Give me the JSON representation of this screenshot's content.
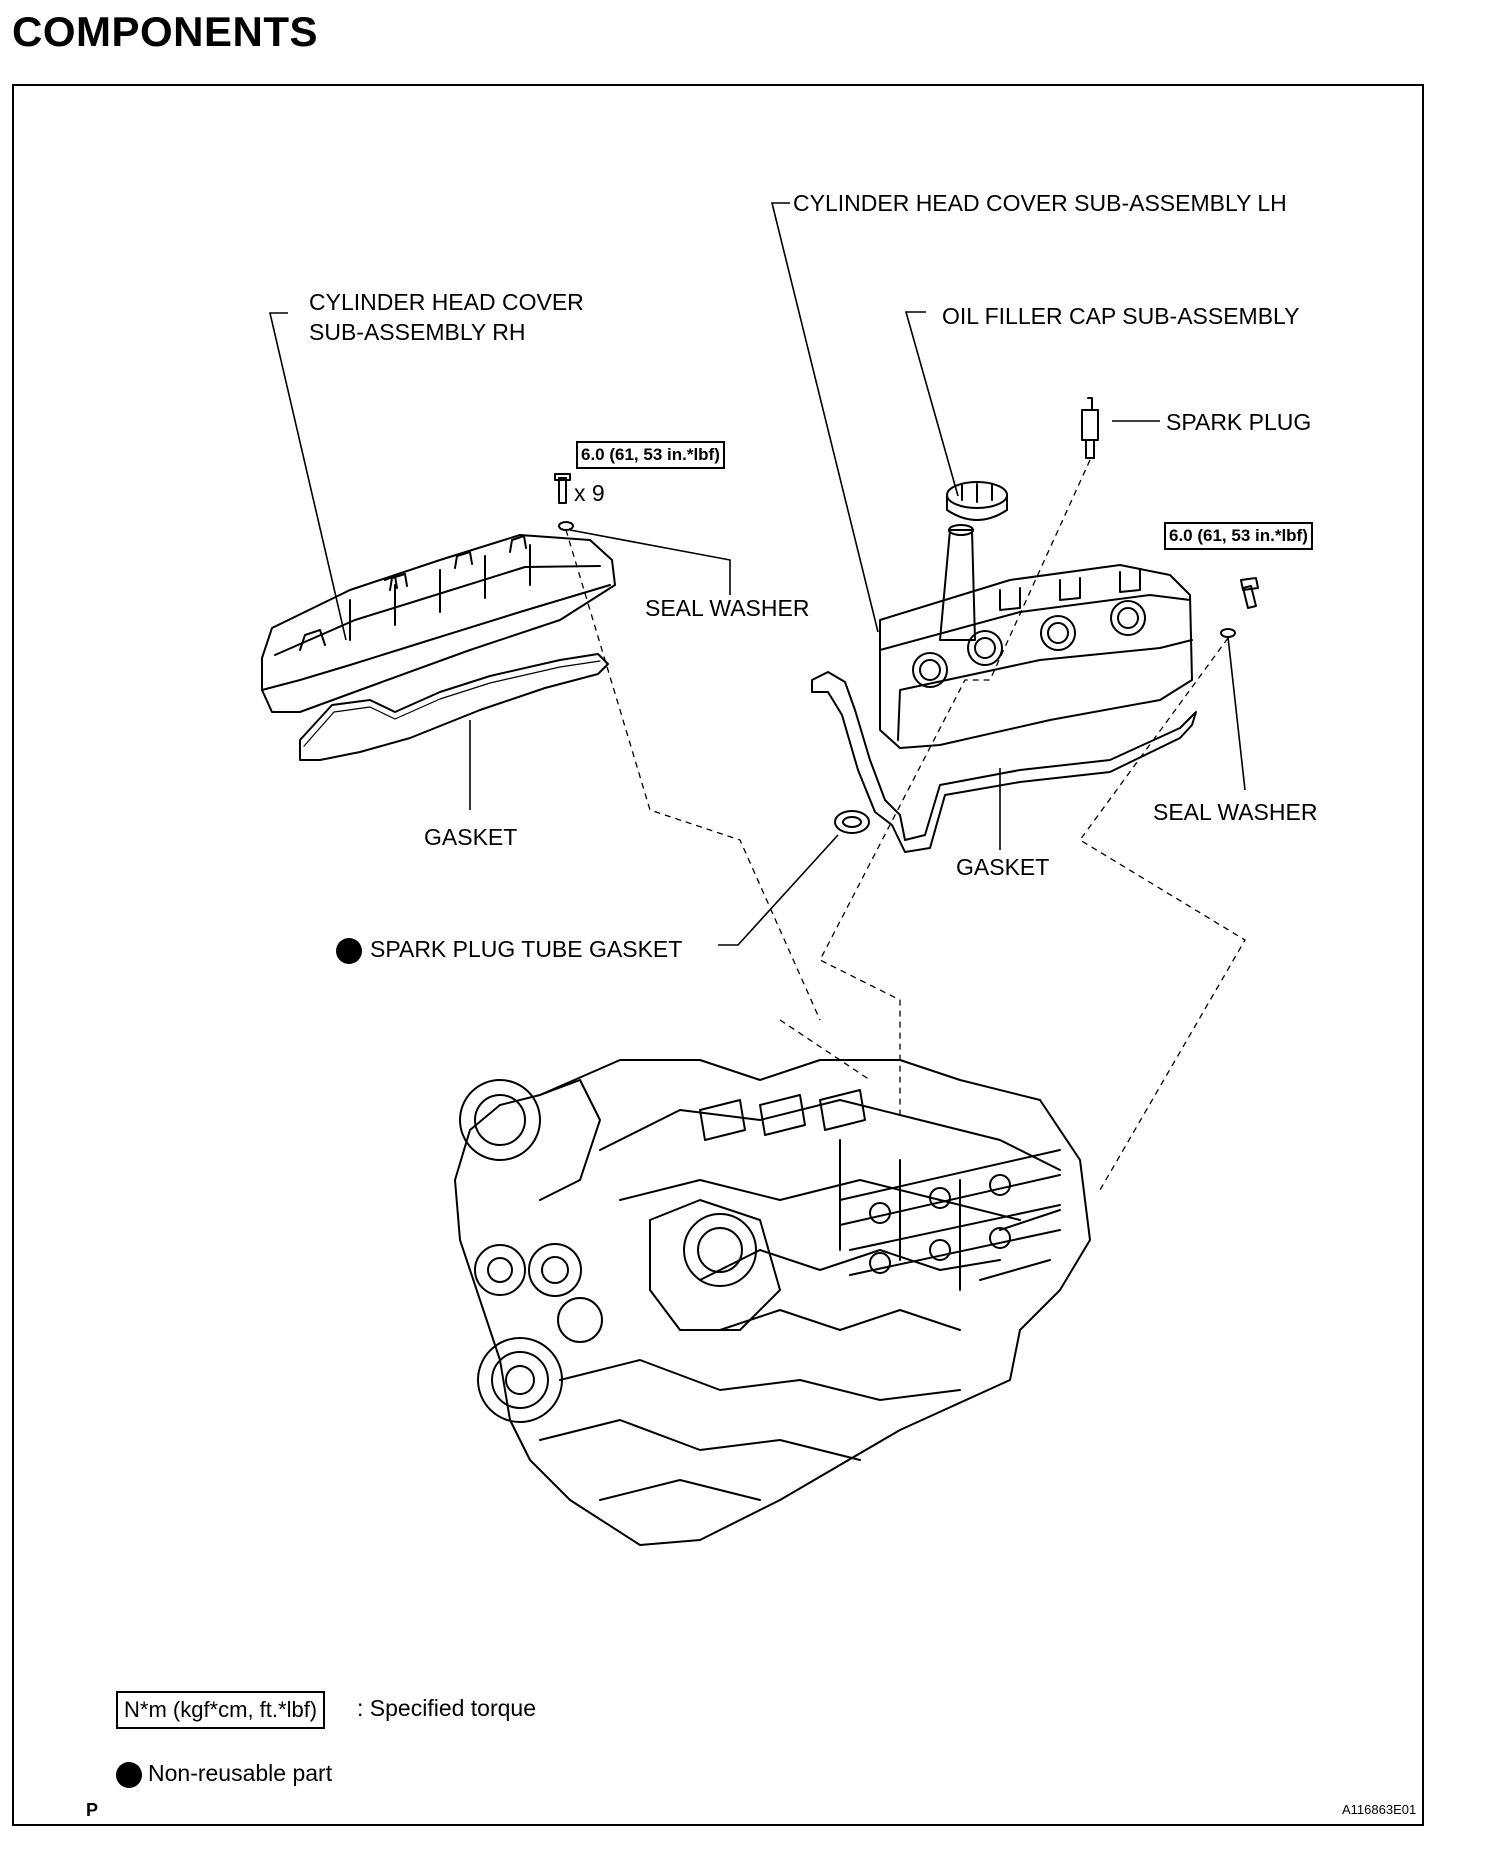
{
  "title": "COMPONENTS",
  "labels": {
    "head_cover_lh": "CYLINDER HEAD COVER SUB-ASSEMBLY LH",
    "head_cover_rh_line1": "CYLINDER HEAD COVER",
    "head_cover_rh_line2": "SUB-ASSEMBLY RH",
    "oil_filler_cap": "OIL FILLER CAP SUB-ASSEMBLY",
    "spark_plug": "SPARK PLUG",
    "torque_left": "6.0 (61, 53 in.*lbf)",
    "torque_right": "6.0 (61, 53 in.*lbf)",
    "bolt_count": "x 9",
    "seal_washer_left": "SEAL WASHER",
    "seal_washer_right": "SEAL WASHER",
    "gasket_left": "GASKET",
    "gasket_right": "GASKET",
    "spark_plug_tube_gasket": "SPARK PLUG TUBE GASKET"
  },
  "legend": {
    "torque_unit": "N*m (kgf*cm, ft.*lbf)",
    "torque_desc": ": Specified torque",
    "non_reusable": "Non-reusable part"
  },
  "footer": {
    "page_marker": "P",
    "figure_id": "A116863E01"
  }
}
